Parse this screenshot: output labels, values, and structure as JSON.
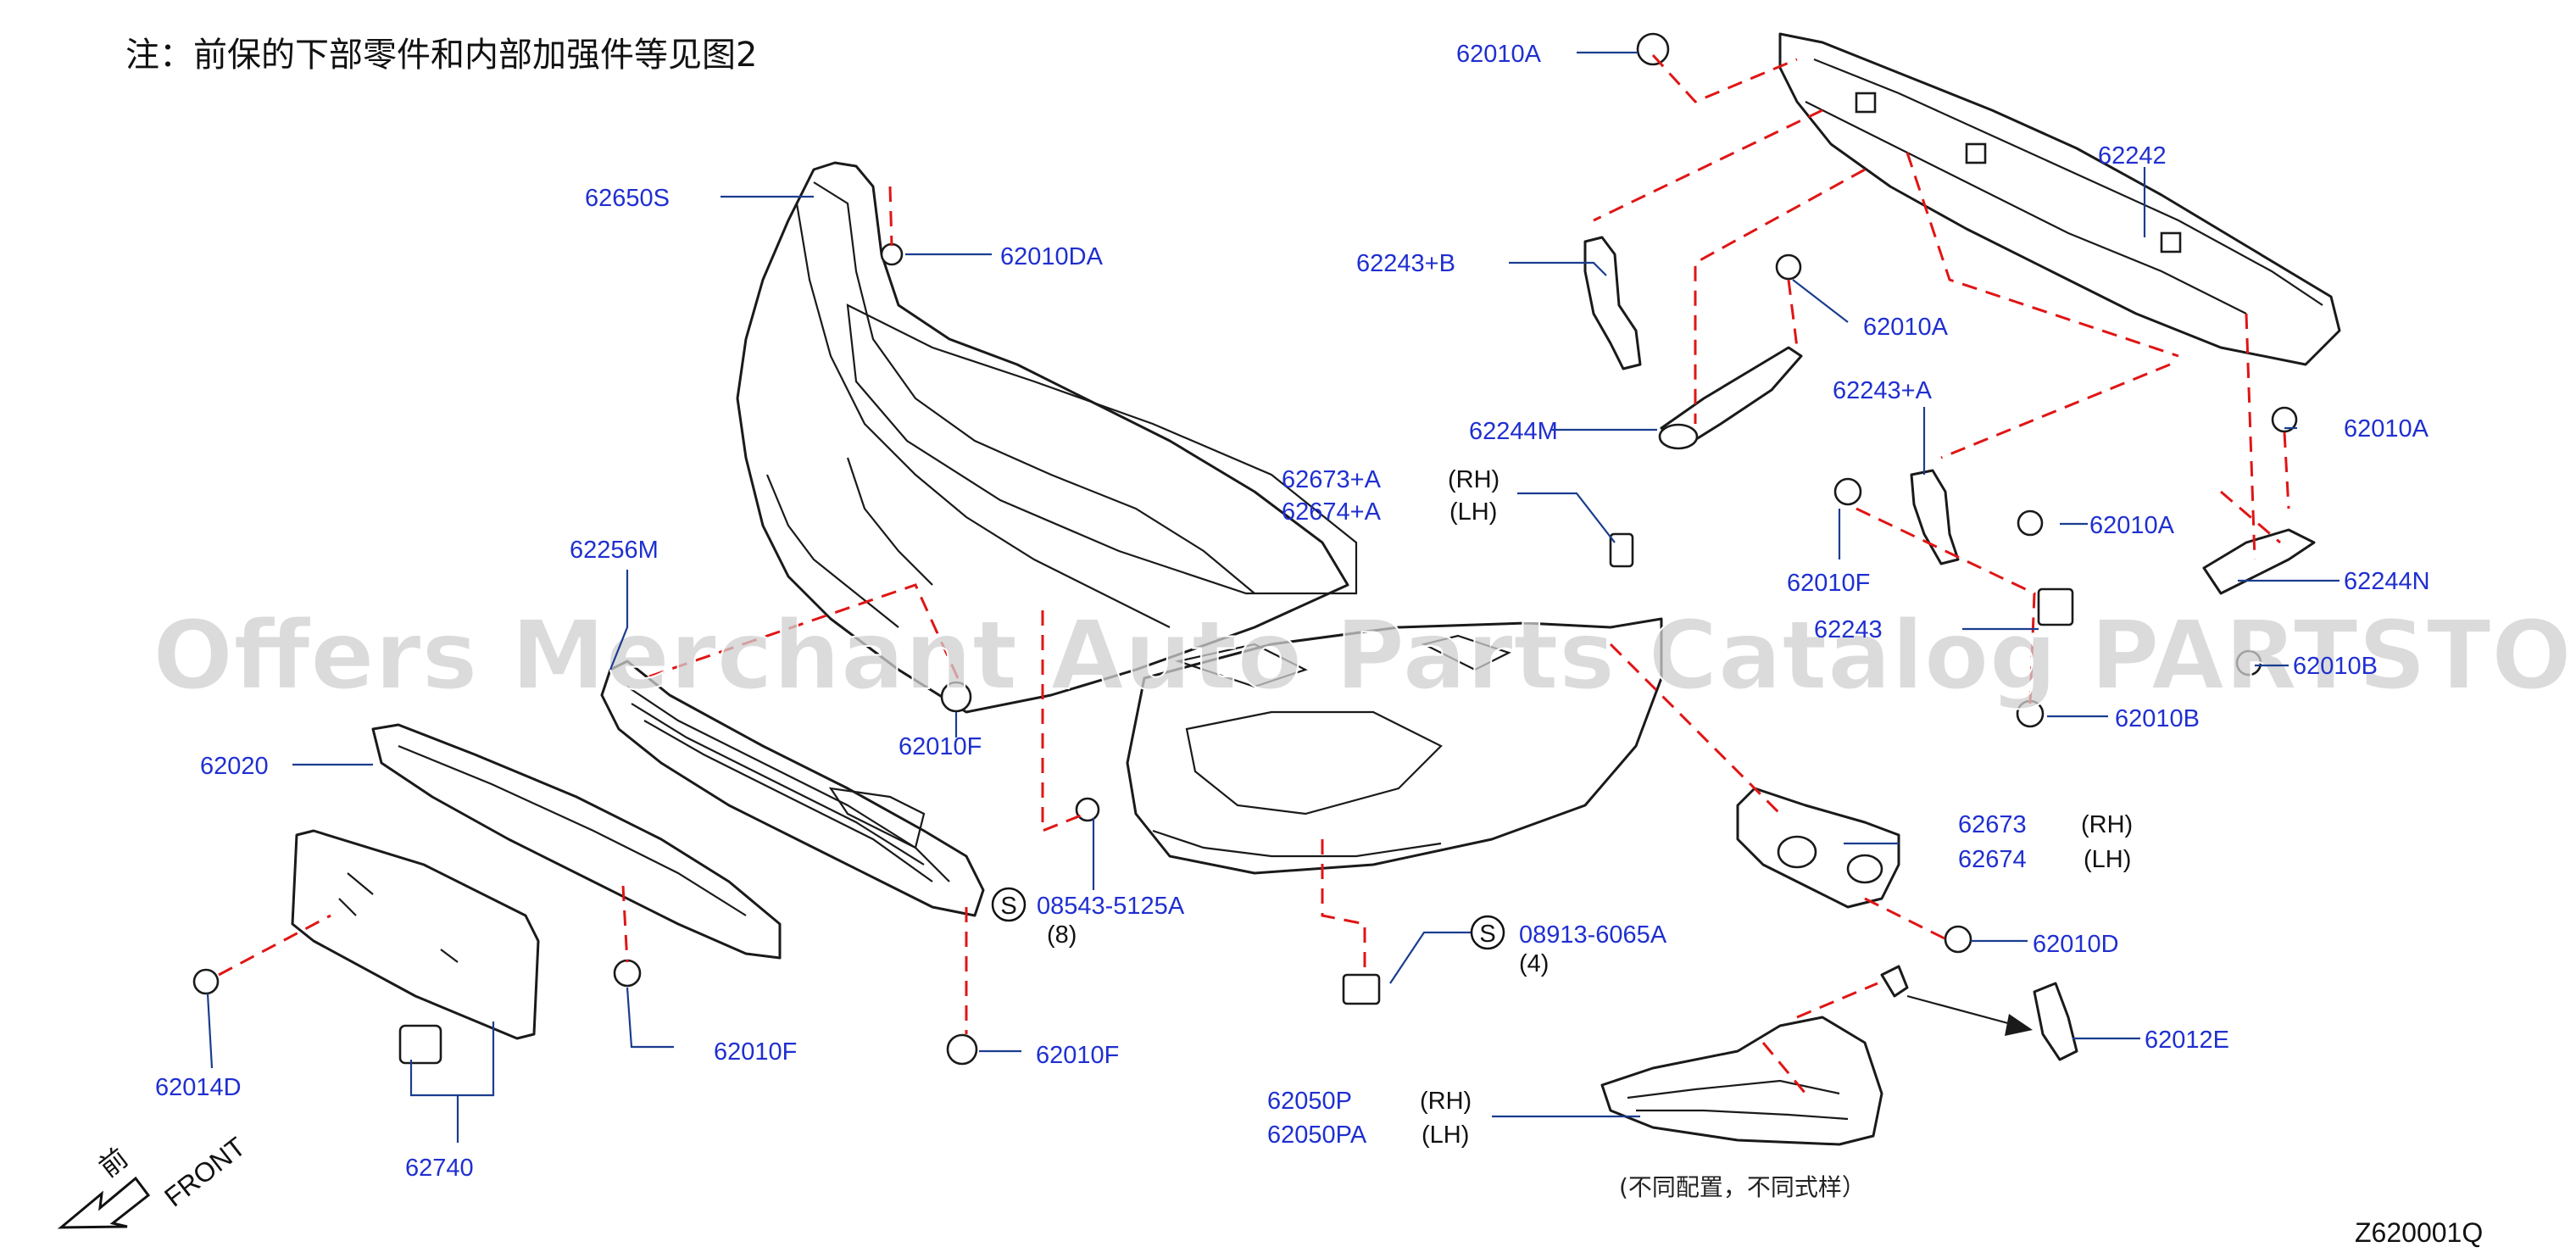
{
  "note": "注：前保的下部零件和内部加强件等见图2",
  "watermark": "Offers Merchant Auto Parts Catalog PARTSTORE.SA",
  "diagram_code": "Z620001Q",
  "caption": "(不同配置，不同式样）",
  "front_label": {
    "cn": "前",
    "en": "FRONT"
  },
  "labels": {
    "p62010A_top": "62010A",
    "p62650S": "62650S",
    "p62010DA": "62010DA",
    "p62243B": "62243+B",
    "p62242": "62242",
    "p62010A_mid": "62010A",
    "p62244M": "62244M",
    "p62243A": "62243+A",
    "p62010A_right": "62010A",
    "p62673A": "62673+A",
    "p62674A": "62674+A",
    "p62010F_right": "62010F",
    "p62010A_r2": "62010A",
    "p62244N": "62244N",
    "p62256M": "62256M",
    "p62243_partial": "62243",
    "p62010B_partial": "62010B",
    "p62010F_mid": "62010F",
    "p62010B": "62010B",
    "p62020": "62020",
    "p08543": "08543-5125A",
    "p08543_qty": "(8)",
    "p62673": "62673",
    "p62674": "62674",
    "p08913": "08913-6065A",
    "p08913_qty": "(4)",
    "p62010D_right": "62010D",
    "p62010F_low": "62010F",
    "p62010F_low2": "62010F",
    "p62014D": "62014D",
    "p62012E": "62012E",
    "p62050P": "62050P",
    "p62050PA": "62050PA",
    "p62740": "62740"
  },
  "side_tags": {
    "rh": "(RH)",
    "lh": "(LH)"
  },
  "sourcing_mark": "S",
  "colors": {
    "label": "#1f2fd0",
    "leader": "#1a3d8f",
    "dashed_guide": "#e01515",
    "outline": "#1a1a1a"
  }
}
